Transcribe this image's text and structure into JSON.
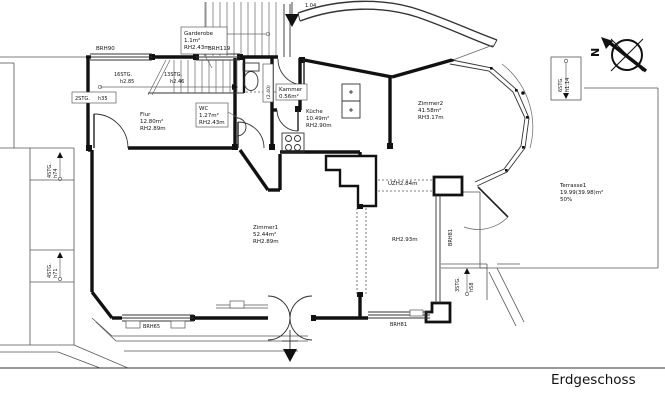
{
  "title": "Erdgeschoss",
  "compass_north": "N",
  "rooms": {
    "garderobe": {
      "name": "Garderobe",
      "area": "1.1m²",
      "height": "RH2.43m"
    },
    "flur": {
      "name": "Flur",
      "area": "12.80m²",
      "height": "RH2.89m"
    },
    "wc": {
      "name": "WC",
      "area": "1.27m²",
      "height": "RH2.43m"
    },
    "kammer": {
      "name": "Kammer",
      "area": "0.56m²"
    },
    "kueche": {
      "name": "Küche",
      "area": "10.49m²",
      "height": "RH2.90m"
    },
    "zimmer2": {
      "name": "Zimmer2",
      "area": "41.58m²",
      "height": "RH3.17m"
    },
    "zimmer1": {
      "name": "Zimmer1",
      "area": "52.44m²",
      "height": "RH2.89m"
    },
    "terrasse": {
      "name": "Terrasse1",
      "area": "19.99(39.98)m²",
      "share": "50%"
    }
  },
  "annotations": {
    "sills": {
      "brh90": "BRH90",
      "brh119": "BRH119",
      "brh65": "BRH65",
      "brh81_bottom": "BRH81",
      "brh81_side": "BRH81"
    },
    "beam": "UZH2.84m",
    "ceiling_right": "RH2.93m",
    "door_width": "1.04",
    "niche": "(2.40)"
  },
  "stairs": {
    "s16": {
      "label": "16STG.",
      "height": "h2.85"
    },
    "s13": {
      "label": "13STG.",
      "height": "h2.46"
    },
    "s2": {
      "label": "2STG.",
      "height": "h35"
    },
    "s3": {
      "label": "3STG.",
      "height": "h58"
    },
    "s4a": {
      "label": "4STG.",
      "height": "h74"
    },
    "s4b": {
      "label": "4STG.",
      "height": "h71"
    },
    "s6": {
      "label": "6STG.",
      "height": "h1.14"
    }
  }
}
